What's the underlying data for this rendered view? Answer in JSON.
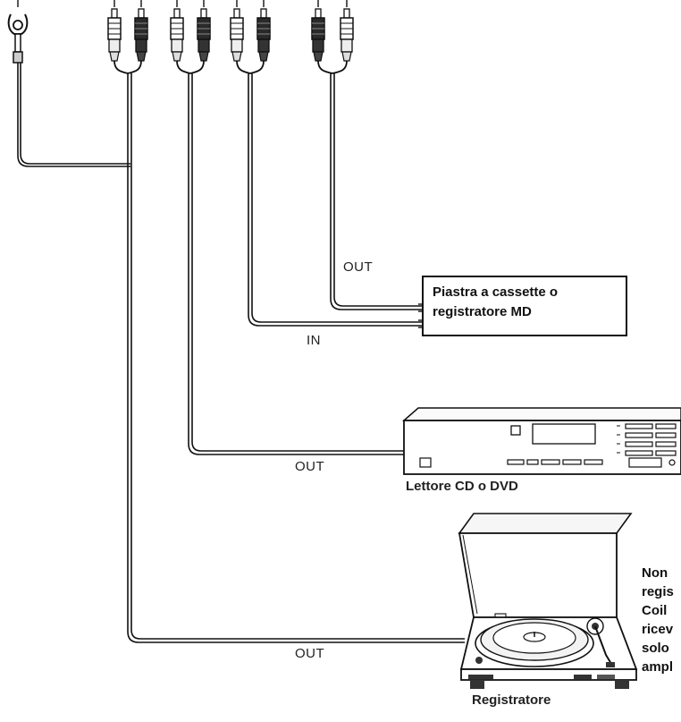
{
  "labels": {
    "out_tape": "OUT",
    "in_tape": "IN",
    "out_cd": "OUT",
    "out_turntable": "OUT"
  },
  "devices": {
    "tape_deck": {
      "line1": "Piastra a cassette o",
      "line2": "registratore MD"
    },
    "cd_player": "Lettore CD o DVD",
    "turntable": "Registratore"
  },
  "side_note": {
    "lines": [
      "Non",
      "regis",
      "Coil",
      "ricev",
      "solo",
      "ampl"
    ]
  }
}
